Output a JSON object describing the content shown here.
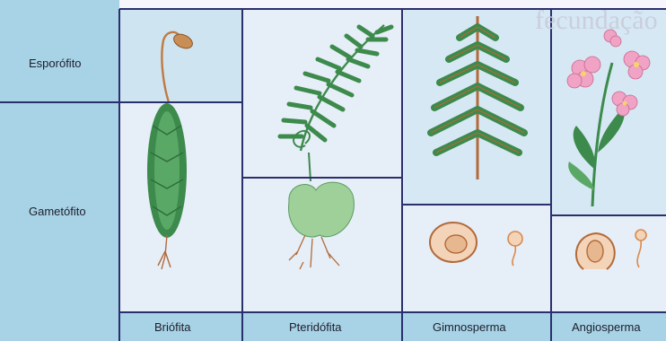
{
  "rows": {
    "sporophyte": "Esporófito",
    "gametophyte": "Gametófito"
  },
  "columns": [
    "Briófita",
    "Pteridófita",
    "Gimnosperma",
    "Angiosperma"
  ],
  "background_text": {
    "heading": "fecundação"
  },
  "colors": {
    "frame": "#2a2f6e",
    "cell_blue": "#a8d2e6",
    "panel_light": "#e6eef7",
    "plant_green": "#3c8a4c",
    "light_green": "#9fd09a",
    "stem_brown": "#b26a3a",
    "flower_pink": "#f0a3c4",
    "pollen_orange": "#d98a4e"
  }
}
